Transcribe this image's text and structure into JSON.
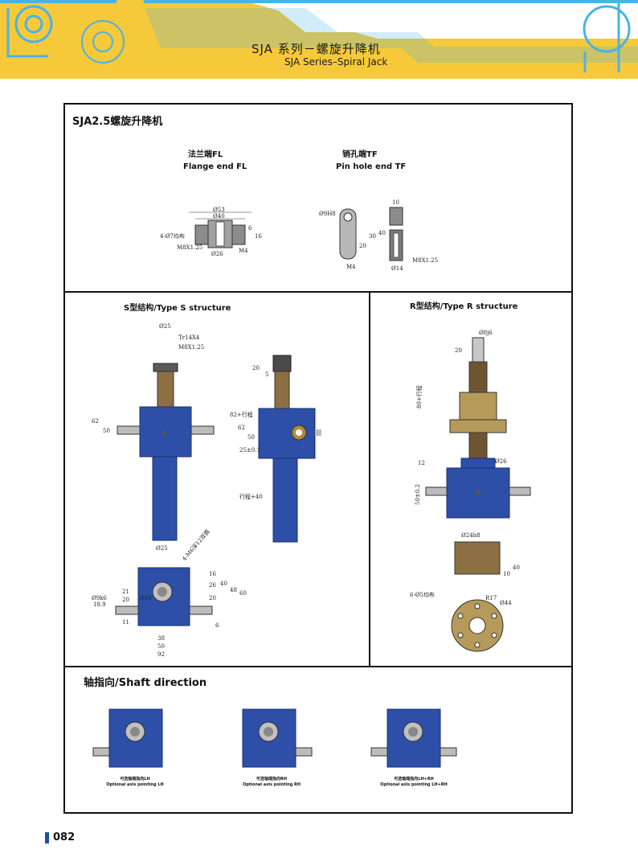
{
  "header": {
    "title_cn": "SJA 系列－螺旋升降机",
    "title_en": "SJA Series–Spiral Jack"
  },
  "colors": {
    "banner_yellow": "#f6c93a",
    "banner_blue": "#4ab3e6",
    "jack_blue": "#2d4fa8",
    "bronze": "#b59a5a"
  },
  "sections": {
    "main_title": "SJA2.5螺旋升降机",
    "flange_cn": "法兰端FL",
    "flange_en": "Flange end FL",
    "pin_cn": "销孔端TF",
    "pin_en": "Pin hole end TF",
    "type_s": "S型结构/Type S structure",
    "type_r": "R型结构/Type R structure",
    "shaft_title": "轴指向/Shaft direction"
  },
  "dims": {
    "fl": [
      "Ø53",
      "Ø40",
      "4-Ø7均布",
      "M8X1.25",
      "Ø26",
      "M4",
      "6",
      "16"
    ],
    "tf": [
      "Ø9H8",
      "10",
      "30",
      "40",
      "20",
      "M4",
      "Ø14",
      "M8X1.25"
    ],
    "s": [
      "Ø25",
      "Tr14X4",
      "M8X1.25",
      "62",
      "50",
      "Ø25",
      "20",
      "5",
      "82+行程",
      "62",
      "50",
      "25±0.1",
      "行程+40",
      "4-M6深12双面",
      "16",
      "26",
      "40",
      "48",
      "60",
      "20",
      "Ø9k6",
      "18.9",
      "20",
      "21",
      "11",
      "38",
      "50",
      "92",
      "6",
      "Ø10"
    ],
    "r": [
      "Ø8j6",
      "20",
      "80+行程",
      "12",
      "Ø26",
      "50±0.2",
      "Ø24h8",
      "10",
      "40",
      "6-Ø5均布",
      "R17",
      "Ø44"
    ]
  },
  "shaft_options": [
    {
      "cn": "可选轴端指向LH",
      "en": "Optional axis pointing LH"
    },
    {
      "cn": "可选轴端指向RH",
      "en": "Optional axis pointing RH"
    },
    {
      "cn": "可选轴端指向LH+RH",
      "en": "Optional axis pointing LH+RH"
    }
  ],
  "page_number": "082"
}
